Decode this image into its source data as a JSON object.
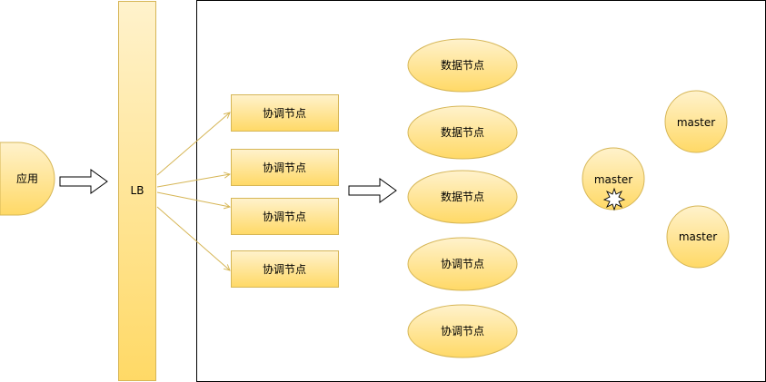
{
  "app_node": {
    "label": "应用"
  },
  "lb": {
    "label": "LB"
  },
  "coordinator_nodes": [
    {
      "label": "协调节点"
    },
    {
      "label": "协调节点"
    },
    {
      "label": "协调节点"
    },
    {
      "label": "协调节点"
    }
  ],
  "data_nodes": [
    {
      "label": "数据节点"
    },
    {
      "label": "数据节点"
    },
    {
      "label": "数据节点"
    },
    {
      "label": "协调节点"
    },
    {
      "label": "协调节点"
    }
  ],
  "master_nodes": [
    {
      "label": "master",
      "has_star": true
    },
    {
      "label": "master",
      "has_star": false
    },
    {
      "label": "master",
      "has_star": false
    }
  ],
  "colors": {
    "fill_top": "#fff2cc",
    "fill_bottom": "#ffd966",
    "stroke": "#d6b656",
    "connector": "#d6b656",
    "frame": "#000000",
    "arrow_stroke": "#000000"
  }
}
